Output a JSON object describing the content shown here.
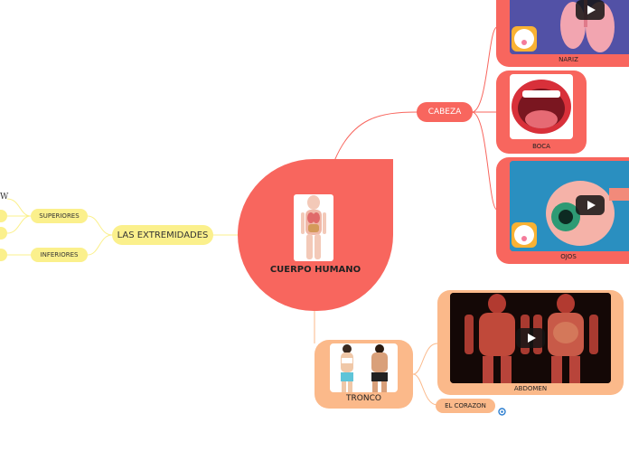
{
  "central": {
    "label": "CUERPO HUMANO"
  },
  "left_branch": {
    "label": "LAS EXTREMIDADES",
    "children": [
      "SUPERIORES",
      "INFERIORES"
    ],
    "cut_text": "W"
  },
  "cabeza": {
    "label": "CABEZA",
    "children": [
      {
        "label": "NARIZ",
        "has_video": true
      },
      {
        "label": "BOCA",
        "has_video": false
      },
      {
        "label": "OJOS",
        "has_video": true
      }
    ]
  },
  "tronco": {
    "label": "TRONCO",
    "children": [
      {
        "label": "ABDOMEN",
        "has_video": true
      },
      {
        "label": "EL CORAZON"
      }
    ]
  },
  "colors": {
    "red": "#f8665e",
    "yellow": "#fbf08c",
    "orange": "#fbb98a",
    "badge": "#f9b233"
  },
  "icons": [
    "play-icon",
    "sticker-icon",
    "link-icon"
  ]
}
